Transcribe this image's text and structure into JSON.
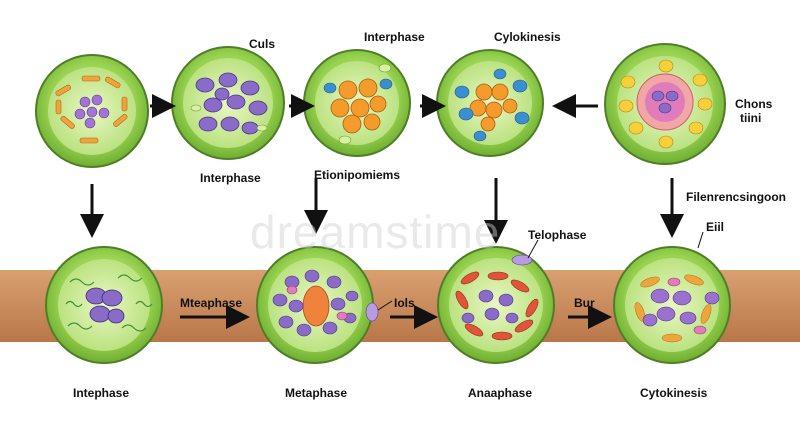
{
  "labels": {
    "top_culs": "Culs",
    "top_interphase_title": "Interphase",
    "top_cytokinesis_title": "Cylokinesis",
    "top_interphase_under": "Interphase",
    "top_etionipomiems": "Etionipomiems",
    "top_chons": "Chons",
    "top_tiini": "tiini",
    "top_filenrencsingoon": "Filenrencsingoon",
    "mid_telophase": "Telophase",
    "mid_eiil": "Eiil",
    "mid_mteaphase": "Mteaphase",
    "mid_iols": "Iols",
    "mid_bur": "Bur",
    "bottom_intephase": "Intephase",
    "bottom_metaphase": "Metaphase",
    "bottom_anaaphase": "Anaaphase",
    "bottom_cytokinesis": "Cytokinesis"
  },
  "watermark": "dreamstime",
  "colors": {
    "cell_fill": "#8fcf4a",
    "cell_outline": "#4e7f26",
    "ground": "#c98a58",
    "arrow": "#111111",
    "purple_chromo": "#8a6bc8",
    "orange_chromo": "#f59b2c",
    "red_chromo": "#e0553a",
    "blue_nucleus": "#3b8fd1",
    "pink_nucleus": "#e07cb9"
  }
}
